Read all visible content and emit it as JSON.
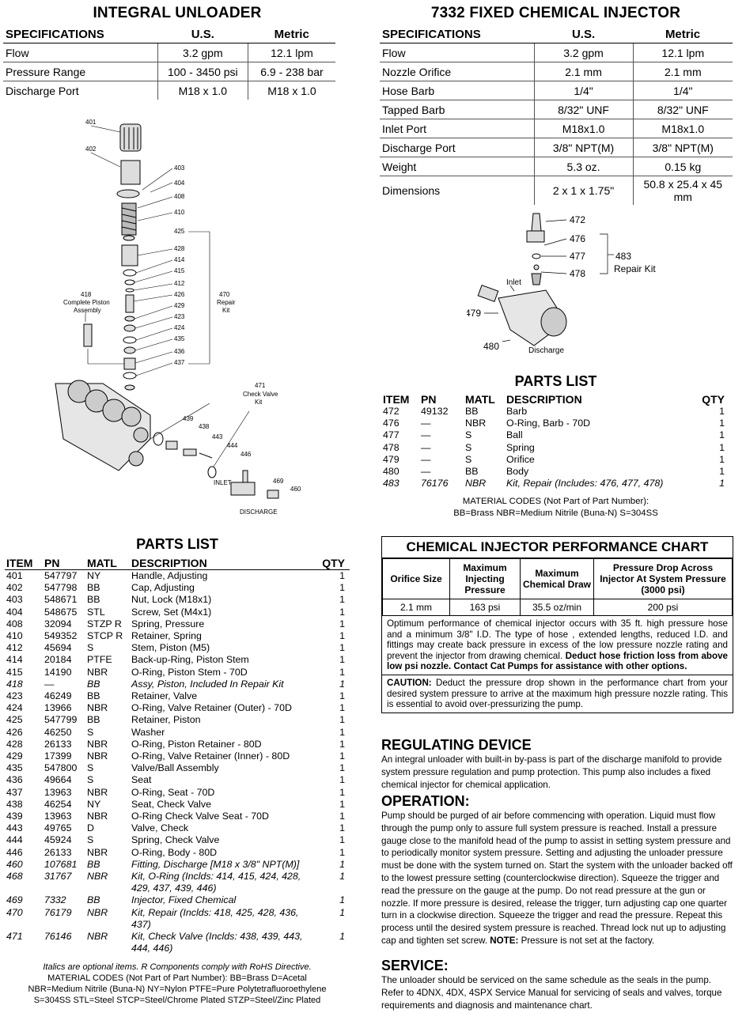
{
  "integral": {
    "title": "INTEGRAL UNLOADER",
    "spec_headers": [
      "SPECIFICATIONS",
      "U.S.",
      "Metric"
    ],
    "specs": [
      [
        "Flow",
        "3.2 gpm",
        "12.1 lpm"
      ],
      [
        "Pressure Range",
        "100 - 3450 psi",
        "6.9 - 238 bar"
      ],
      [
        "Discharge Port",
        "M18 x 1.0",
        "M18 x 1.0"
      ]
    ],
    "diagram_labels": {
      "l401": "401",
      "l402": "402",
      "l403": "403",
      "l404": "404",
      "l408": "408",
      "l410": "410",
      "l425": "425",
      "l428": "428",
      "l414": "414",
      "l415": "415",
      "l412": "412",
      "l426": "426",
      "l429": "429",
      "l423": "423",
      "l424": "424",
      "l435": "435",
      "l436": "436",
      "l437": "437",
      "l418": "418",
      "l418a": "Complete Piston",
      "l418b": "Assembly",
      "l470": "470",
      "l470a": "Repair",
      "l470b": "Kit",
      "l471": "471",
      "l471a": "Check Valve",
      "l471b": "Kit",
      "l439": "439",
      "l438": "438",
      "l443": "443",
      "l444": "444",
      "l446": "446",
      "l469": "469",
      "l460": "460",
      "inlet": "INLET",
      "discharge": "DISCHARGE"
    },
    "parts_title": "PARTS LIST",
    "parts_headers": [
      "ITEM",
      "PN",
      "MATL",
      "DESCRIPTION",
      "QTY"
    ],
    "parts": [
      {
        "item": "401",
        "pn": "547797",
        "matl": "NY",
        "desc": "Handle, Adjusting",
        "qty": "1",
        "it": false
      },
      {
        "item": "402",
        "pn": "547798",
        "matl": "BB",
        "desc": "Cap, Adjusting",
        "qty": "1",
        "it": false
      },
      {
        "item": "403",
        "pn": "548671",
        "matl": "BB",
        "desc": "Nut, Lock (M18x1)",
        "qty": "1",
        "it": false
      },
      {
        "item": "404",
        "pn": "548675",
        "matl": "STL",
        "desc": "Screw, Set (M4x1)",
        "qty": "1",
        "it": false
      },
      {
        "item": "408",
        "pn": "32094",
        "matl": "STZP R",
        "desc": "Spring, Pressure",
        "qty": "1",
        "it": false
      },
      {
        "item": "410",
        "pn": "549352",
        "matl": "STCP R",
        "desc": "Retainer, Spring",
        "qty": "1",
        "it": false
      },
      {
        "item": "412",
        "pn": "45694",
        "matl": "S",
        "desc": "Stem, Piston (M5)",
        "qty": "1",
        "it": false
      },
      {
        "item": "414",
        "pn": "20184",
        "matl": "PTFE",
        "desc": "Back-up-Ring, Piston Stem",
        "qty": "1",
        "it": false
      },
      {
        "item": "415",
        "pn": "14190",
        "matl": "NBR",
        "desc": "O-Ring, Piston Stem - 70D",
        "qty": "1",
        "it": false
      },
      {
        "item": "418",
        "pn": "—",
        "matl": "BB",
        "desc": "Assy, Piston, Included In Repair Kit",
        "qty": "1",
        "it": true
      },
      {
        "item": "423",
        "pn": "46249",
        "matl": "BB",
        "desc": "Retainer, Valve",
        "qty": "1",
        "it": false
      },
      {
        "item": "424",
        "pn": "13966",
        "matl": "NBR",
        "desc": "O-Ring, Valve Retainer (Outer) - 70D",
        "qty": "1",
        "it": false
      },
      {
        "item": "425",
        "pn": "547799",
        "matl": "BB",
        "desc": "Retainer, Piston",
        "qty": "1",
        "it": false
      },
      {
        "item": "426",
        "pn": "46250",
        "matl": "S",
        "desc": "Washer",
        "qty": "1",
        "it": false
      },
      {
        "item": "428",
        "pn": "26133",
        "matl": "NBR",
        "desc": "O-Ring, Piston Retainer - 80D",
        "qty": "1",
        "it": false
      },
      {
        "item": "429",
        "pn": "17399",
        "matl": "NBR",
        "desc": "O-Ring, Valve Retainer (Inner) - 80D",
        "qty": "1",
        "it": false
      },
      {
        "item": "435",
        "pn": "547800",
        "matl": "S",
        "desc": "Valve/Ball Assembly",
        "qty": "1",
        "it": false
      },
      {
        "item": "436",
        "pn": "49664",
        "matl": "S",
        "desc": "Seat",
        "qty": "1",
        "it": false
      },
      {
        "item": "437",
        "pn": "13963",
        "matl": "NBR",
        "desc": "O-Ring, Seat - 70D",
        "qty": "1",
        "it": false
      },
      {
        "item": "438",
        "pn": "46254",
        "matl": "NY",
        "desc": "Seat, Check Valve",
        "qty": "1",
        "it": false
      },
      {
        "item": "439",
        "pn": "13963",
        "matl": "NBR",
        "desc": "O-Ring Check Valve Seat - 70D",
        "qty": "1",
        "it": false
      },
      {
        "item": "443",
        "pn": "49765",
        "matl": "D",
        "desc": "Valve, Check",
        "qty": "1",
        "it": false
      },
      {
        "item": "444",
        "pn": "45924",
        "matl": "S",
        "desc": "Spring, Check Valve",
        "qty": "1",
        "it": false
      },
      {
        "item": "446",
        "pn": "26133",
        "matl": "NBR",
        "desc": "O-Ring, Body - 80D",
        "qty": "1",
        "it": false
      },
      {
        "item": "460",
        "pn": "107681",
        "matl": "BB",
        "desc": "Fitting, Discharge [M18 x 3/8\" NPT(M)]",
        "qty": "1",
        "it": true
      },
      {
        "item": "468",
        "pn": "31767",
        "matl": "NBR",
        "desc": "Kit, O-Ring (Inclds: 414, 415, 424, 428, 429, 437, 439, 446)",
        "qty": "1",
        "it": true
      },
      {
        "item": "469",
        "pn": "7332",
        "matl": "BB",
        "desc": "Injector, Fixed Chemical",
        "qty": "1",
        "it": true
      },
      {
        "item": "470",
        "pn": "76179",
        "matl": "NBR",
        "desc": "Kit, Repair (Inclds: 418, 425, 428, 436, 437)",
        "qty": "1",
        "it": true
      },
      {
        "item": "471",
        "pn": "76146",
        "matl": "NBR",
        "desc": "Kit, Check Valve (Inclds: 438, 439, 443, 444, 446)",
        "qty": "1",
        "it": true
      }
    ],
    "footnote1": "Italics are optional items.   R Components comply with RoHS Directive.",
    "footnote2": "MATERIAL CODES (Not Part of Part Number): BB=Brass  D=Acetal",
    "footnote3": "NBR=Medium Nitrile (Buna-N)  NY=Nylon  PTFE=Pure Polytetrafluoroethylene",
    "footnote4": "S=304SS  STL=Steel  STCP=Steel/Chrome Plated  STZP=Steel/Zinc Plated"
  },
  "injector": {
    "title": "7332 FIXED CHEMICAL INJECTOR",
    "spec_headers": [
      "SPECIFICATIONS",
      "U.S.",
      "Metric"
    ],
    "specs": [
      [
        "Flow",
        "3.2 gpm",
        "12.1 lpm"
      ],
      [
        "Nozzle Orifice",
        "2.1 mm",
        "2.1 mm"
      ],
      [
        "Hose Barb",
        "1/4\"",
        "1/4\""
      ],
      [
        "Tapped Barb",
        "8/32\" UNF",
        "8/32\" UNF"
      ],
      [
        "Inlet Port",
        "M18x1.0",
        "M18x1.0"
      ],
      [
        "Discharge Port",
        "3/8\" NPT(M)",
        "3/8\" NPT(M)"
      ],
      [
        "Weight",
        "5.3 oz.",
        "0.15 kg"
      ],
      [
        "Dimensions",
        "2 x 1 x 1.75\"",
        "50.8 x 25.4 x 45 mm"
      ]
    ],
    "diagram_labels": {
      "l472": "472",
      "l476": "476",
      "l477": "477",
      "l478": "478",
      "l483": "483",
      "l483a": "Repair Kit",
      "inlet": "Inlet",
      "l479": "479",
      "l480": "480",
      "discharge": "Discharge"
    },
    "parts_title": "PARTS LIST",
    "parts_headers": [
      "ITEM",
      "PN",
      "MATL",
      "DESCRIPTION",
      "QTY"
    ],
    "parts": [
      {
        "item": "472",
        "pn": "49132",
        "matl": "BB",
        "desc": "Barb",
        "qty": "1",
        "it": false
      },
      {
        "item": "476",
        "pn": "—",
        "matl": "NBR",
        "desc": "O-Ring, Barb - 70D",
        "qty": "1",
        "it": false
      },
      {
        "item": "477",
        "pn": "—",
        "matl": "S",
        "desc": "Ball",
        "qty": "1",
        "it": false
      },
      {
        "item": "478",
        "pn": "—",
        "matl": "S",
        "desc": "Spring",
        "qty": "1",
        "it": false
      },
      {
        "item": "479",
        "pn": "—",
        "matl": "S",
        "desc": "Orifice",
        "qty": "1",
        "it": false
      },
      {
        "item": "480",
        "pn": "—",
        "matl": "BB",
        "desc": "Body",
        "qty": "1",
        "it": false
      },
      {
        "item": "483",
        "pn": "76176",
        "matl": "NBR",
        "desc": "Kit, Repair (Includes: 476, 477, 478)",
        "qty": "1",
        "it": true
      }
    ],
    "material_codes1": "MATERIAL CODES (Not Part of Part Number):",
    "material_codes2": "BB=Brass  NBR=Medium Nitrile (Buna-N)  S=304SS"
  },
  "performance": {
    "title": "CHEMICAL INJECTOR PERFORMANCE CHART",
    "headers": [
      "Orifice Size",
      "Maximum Injecting Pressure",
      "Maximum Chemical Draw",
      "Pressure Drop Across Injector At System Pressure (3000 psi)"
    ],
    "row": [
      "2.1 mm",
      "163 psi",
      "35.5 oz/min",
      "200 psi"
    ],
    "note_plain": "Optimum performance of chemical injector occurs with 35 ft. high pressure hose and a minimum 3/8\" I.D. The type of hose , extended lengths, reduced I.D.  and fittings may create back pressure in excess of the low pressure nozzle rating and prevent the injector from drawing chemical. ",
    "note_bold": "Deduct hose friction loss from above low psi nozzle. Contact Cat Pumps for assistance with other options.",
    "caution_label": "CAUTION:",
    "caution_text": " Deduct the pressure drop shown in the performance chart  from your desired system pressure to arrive at the maximum high pressure nozzle rating. This is essential to avoid over-pressurizing the pump."
  },
  "regulating": {
    "title": "REGULATING DEVICE",
    "text": "An integral unloader with built-in by-pass is part of the discharge manifold to provide system pressure regulation and pump protection. This pump also includes a fixed chemical injector for chemical application."
  },
  "operation": {
    "title": "OPERATION:",
    "text": "Pump should be purged of air before commencing with operation. Liquid must flow through the pump only to assure full system pressure is reached.  Install a pressure gauge close to the manifold head of the pump to assist in setting system pressure and to periodically monitor system pressure. Setting and adjusting the unloader pressure must be done with the system turned on. Start the system with the unloader backed off to the lowest pressure setting (counterclockwise direction). Squeeze the trigger and read the pressure on the gauge at the pump. Do not read pressure at the gun or nozzle. If more pressure is desired, release the trigger, turn adjusting cap one quarter turn in a clockwise direction. Squeeze the trigger and read the pressure. Repeat this process until the desired system pressure is reached. Thread lock nut up to adjusting cap and tighten set screw. ",
    "note_label": "NOTE:",
    "note_text": " Pressure is not set at the factory."
  },
  "service": {
    "title": "SERVICE:",
    "text": "The unloader should be serviced on the same schedule as the seals in the pump. Refer to 4DNX, 4DX, 4SPX Service Manual for servicing of seals and valves, torque requirements and diagnosis and maintenance chart."
  }
}
